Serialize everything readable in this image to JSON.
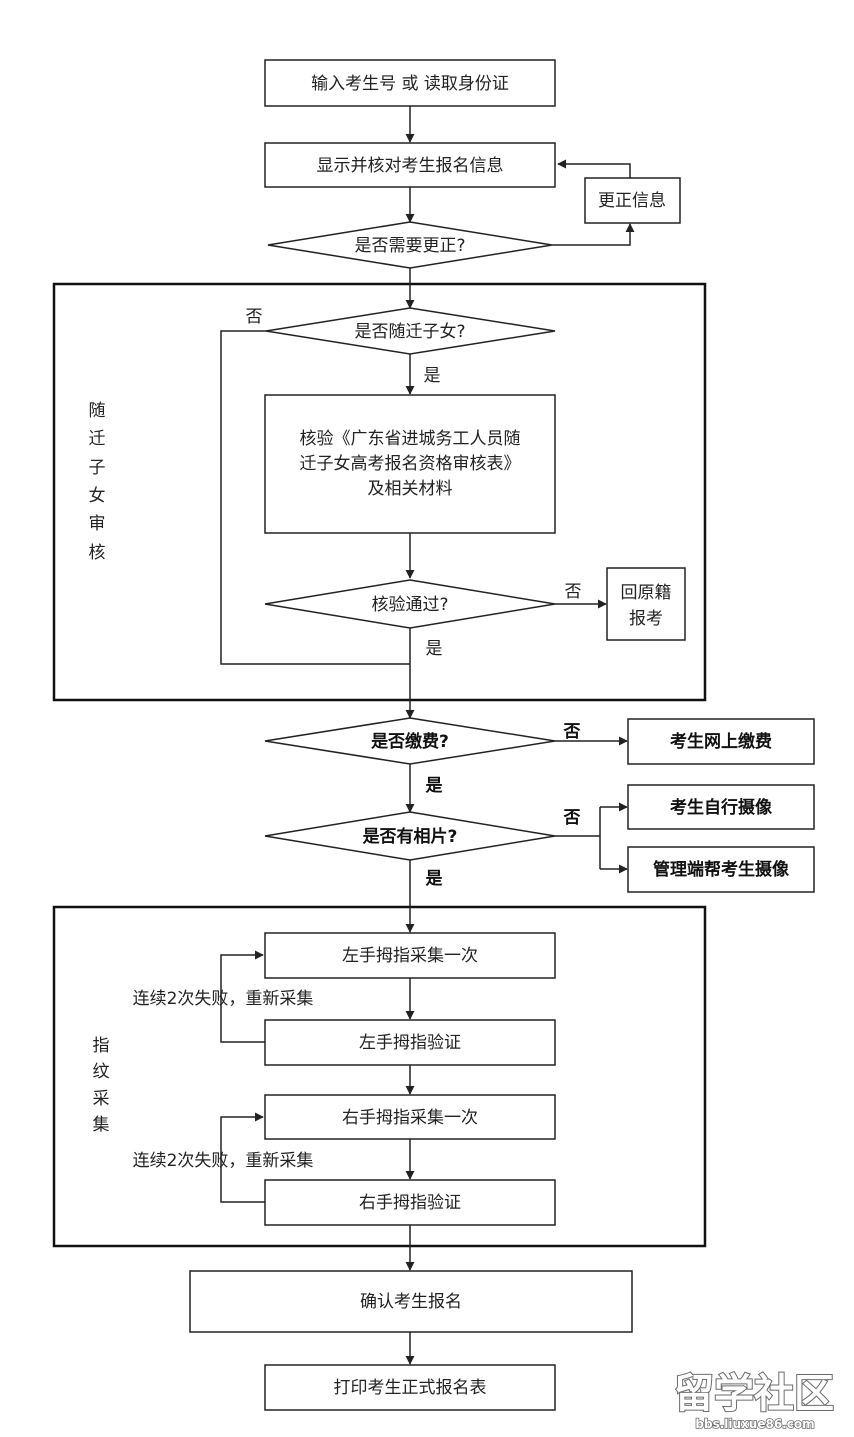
{
  "nodes": {
    "input": "输入考生号 或 读取身份证",
    "display": "显示并核对考生报名信息",
    "correct_info": "更正信息",
    "need_correct": "是否需要更正?",
    "is_migrant": "是否随迁子女?",
    "verify_line1": "核验《广东省进城务工人员随",
    "verify_line2": "迁子女高考报名资格审核表》",
    "verify_line3": "及相关材料",
    "verify_passed": "核验通过?",
    "return_line1": "回原籍",
    "return_line2": "报考",
    "paid": "是否缴费?",
    "online_pay": "考生网上缴费",
    "has_photo": "是否有相片?",
    "self_photo": "考生自行摄像",
    "admin_photo": "管理端帮考生摄像",
    "left_collect": "左手拇指采集一次",
    "left_verify": "左手拇指验证",
    "right_collect": "右手拇指采集一次",
    "right_verify": "右手拇指验证",
    "confirm": "确认考生报名",
    "print": "打印考生正式报名表"
  },
  "edge_labels": {
    "yes": "是",
    "no": "否",
    "retry": "连续2次失败，重新采集"
  },
  "groups": {
    "migrant_review": [
      "随",
      "迁",
      "子",
      "女",
      "审",
      "核"
    ],
    "fingerprint": [
      "指",
      "纹",
      "采",
      "集"
    ]
  },
  "watermark": {
    "main": "留学社区",
    "sub": "bbs.liuxue86.com"
  }
}
